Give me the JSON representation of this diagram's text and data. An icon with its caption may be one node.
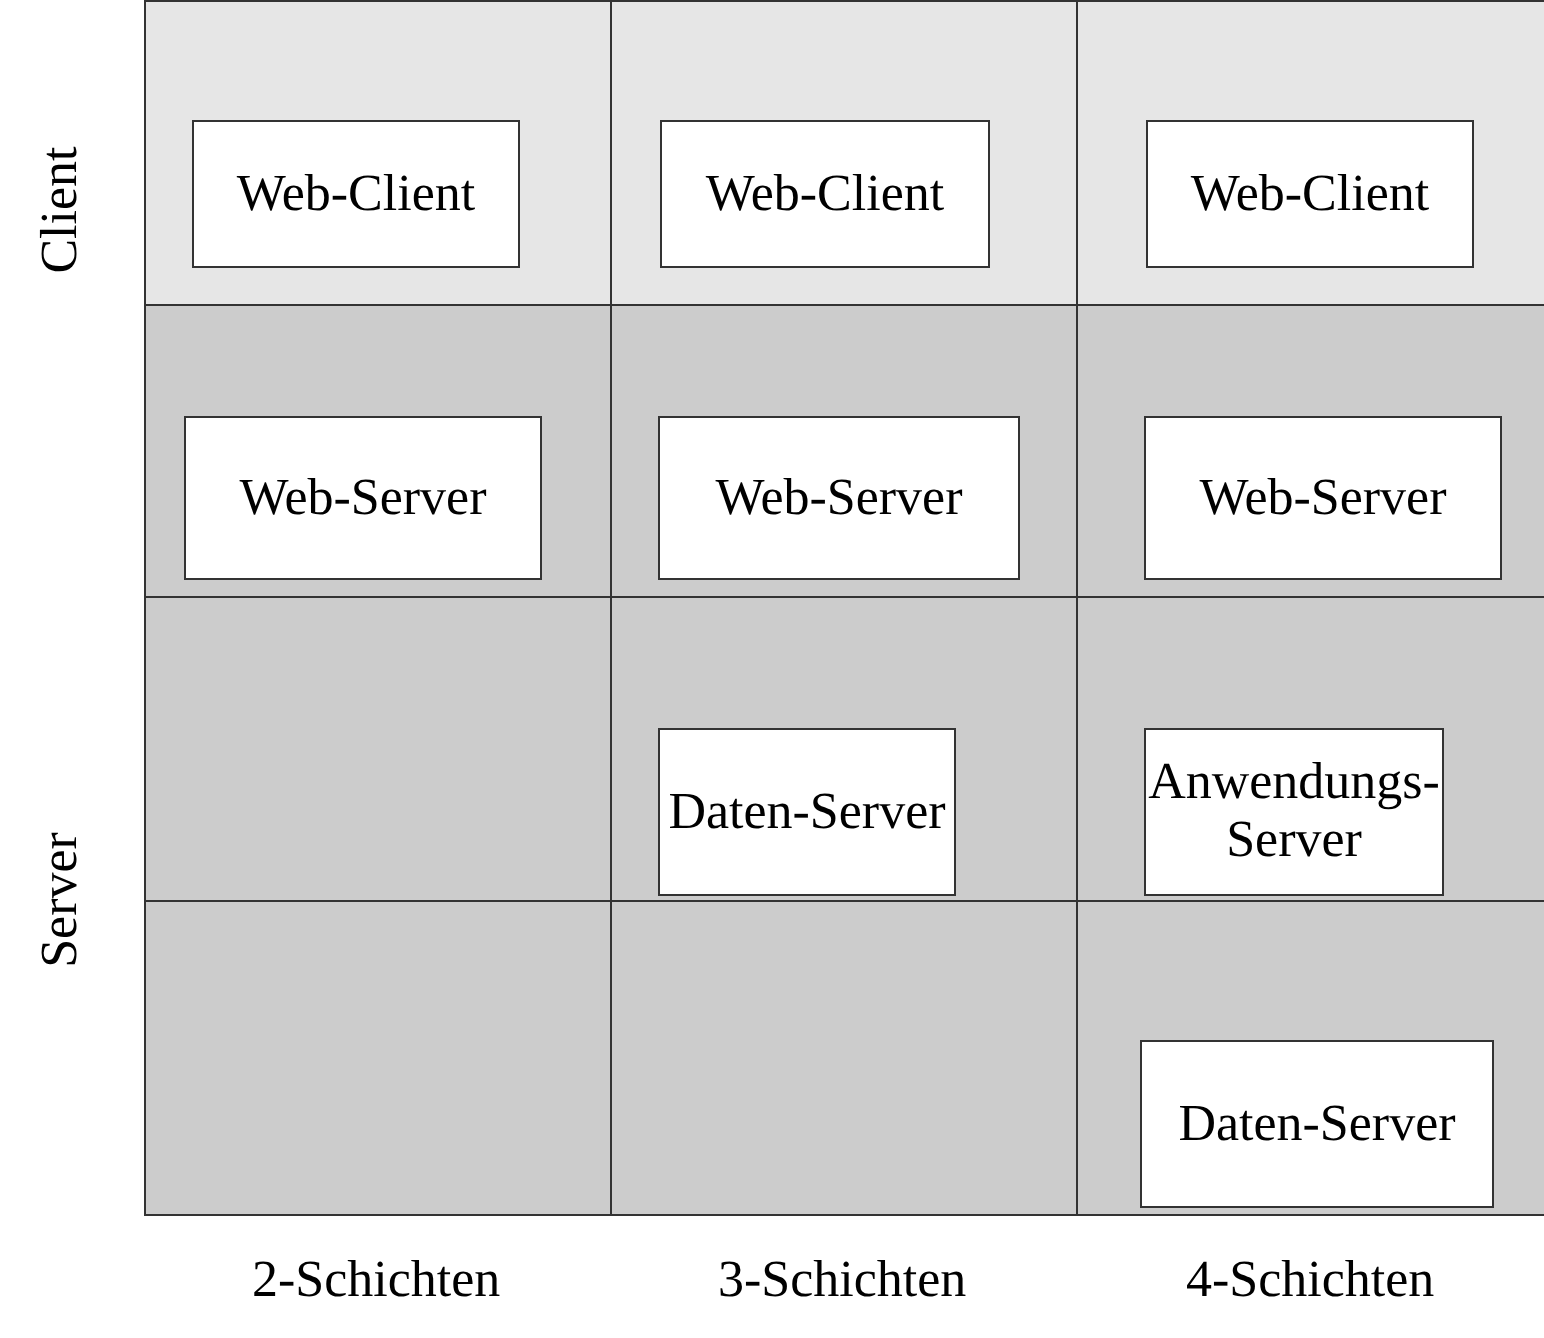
{
  "diagram": {
    "nodes": [
      {
        "text": [
          "Web-Client"
        ]
      },
      {
        "text": [
          "Web-Client"
        ]
      },
      {
        "text": [
          "Web-Client"
        ]
      },
      {
        "text": [
          "Web-Server"
        ]
      },
      {
        "text": [
          "Web-Server"
        ]
      },
      {
        "text": [
          "Web-Server"
        ]
      },
      {
        "text": [
          "Daten-Server"
        ]
      },
      {
        "text": [
          "Anwendungs-Server"
        ]
      },
      {
        "text": [
          "Daten-Server"
        ]
      }
    ],
    "labels": [
      "Client",
      "Server",
      "2-Schichten",
      "3-Schichten",
      "4-Schichten"
    ]
  }
}
